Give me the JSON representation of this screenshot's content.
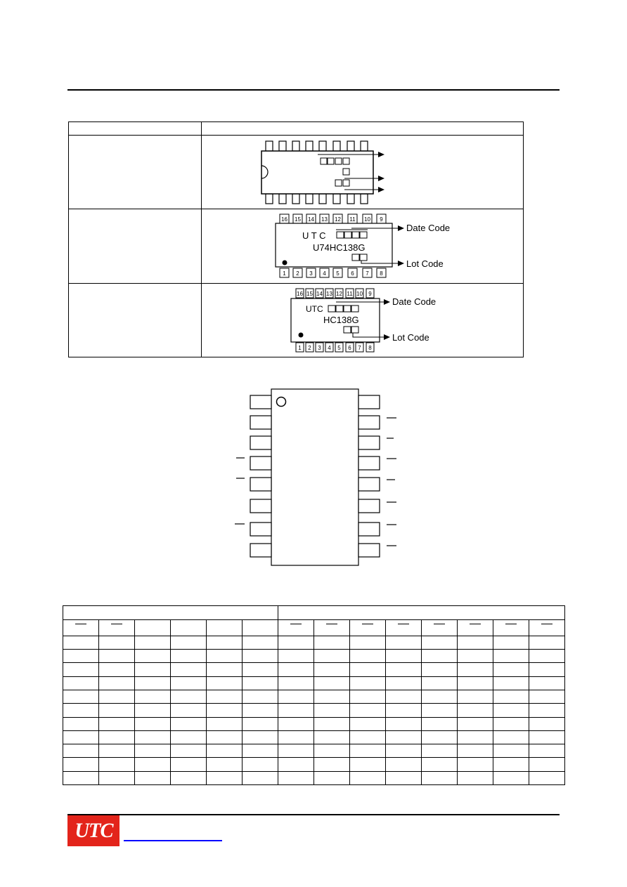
{
  "marking": {
    "sop_box": {
      "brand": "U T C",
      "part": "U74HC138G",
      "date_label": "Date Code",
      "lot_label": "Lot Code"
    },
    "tssop_box": {
      "brand": "UTC",
      "part": "HC138G",
      "date_label": "Date Code",
      "lot_label": "Lot Code"
    },
    "sop_pins_top": [
      "16",
      "15",
      "14",
      "13",
      "12",
      "11",
      "10",
      "9"
    ],
    "sop_pins_bottom": [
      "1",
      "2",
      "3",
      "4",
      "5",
      "6",
      "7",
      "8"
    ],
    "tssop_pins_top": [
      "16",
      "15",
      "14",
      "13",
      "12",
      "11",
      "10",
      "9"
    ],
    "tssop_pins_bottom": [
      "1",
      "2",
      "3",
      "4",
      "5",
      "6",
      "7",
      "8"
    ]
  },
  "truth_table": {
    "header_cols": 14,
    "body_rows": 11
  },
  "footer": {
    "logo_text": "UTC"
  },
  "colors": {
    "logo_bg": "#e3241b",
    "link_blue": "#0000ff"
  }
}
